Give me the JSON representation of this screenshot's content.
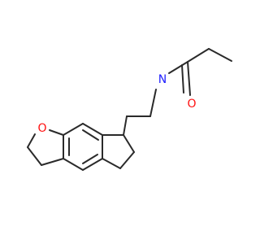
{
  "molecule": {
    "atoms": {
      "nitrogen": {
        "label": "N",
        "color": "#1f1fff"
      },
      "carbonyl_oxygen": {
        "label": "O",
        "color": "#ff1010"
      },
      "ring_oxygen": {
        "label": "O",
        "color": "#ff1010"
      }
    },
    "bond_color": "#2a2a2a"
  }
}
